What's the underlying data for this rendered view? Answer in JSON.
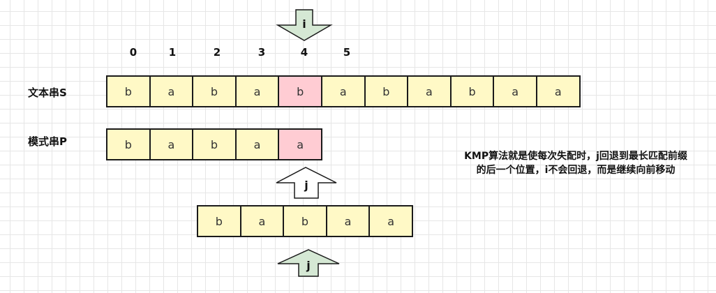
{
  "top_pointer": {
    "label": "i",
    "color": "#d5e8d4"
  },
  "indices": [
    "0",
    "1",
    "2",
    "3",
    "4",
    "5"
  ],
  "text_string": {
    "label": "文本串S",
    "cells": [
      "b",
      "a",
      "b",
      "a",
      "b",
      "a",
      "b",
      "a",
      "b",
      "a",
      "a"
    ],
    "highlight_index": 4
  },
  "pattern_string": {
    "label": "模式串P",
    "cells": [
      "b",
      "a",
      "b",
      "a",
      "a"
    ],
    "highlight_index": 4
  },
  "shifted_pattern": {
    "cells": [
      "b",
      "a",
      "b",
      "a",
      "a"
    ]
  },
  "middle_pointer": {
    "label": "j",
    "color": "#ffffff"
  },
  "bottom_pointer": {
    "label": "j",
    "color": "#d5e8d4"
  },
  "note": {
    "line1": "KMP算法就是使每次失配时，j回退到最长匹配前缀",
    "line2": "的后一个位置，i不会回退，而是继续向前移动"
  },
  "colors": {
    "cell_fill": "#fff9c6",
    "mismatch_fill": "#ffccd3",
    "pointer_green": "#d5e8d4"
  }
}
